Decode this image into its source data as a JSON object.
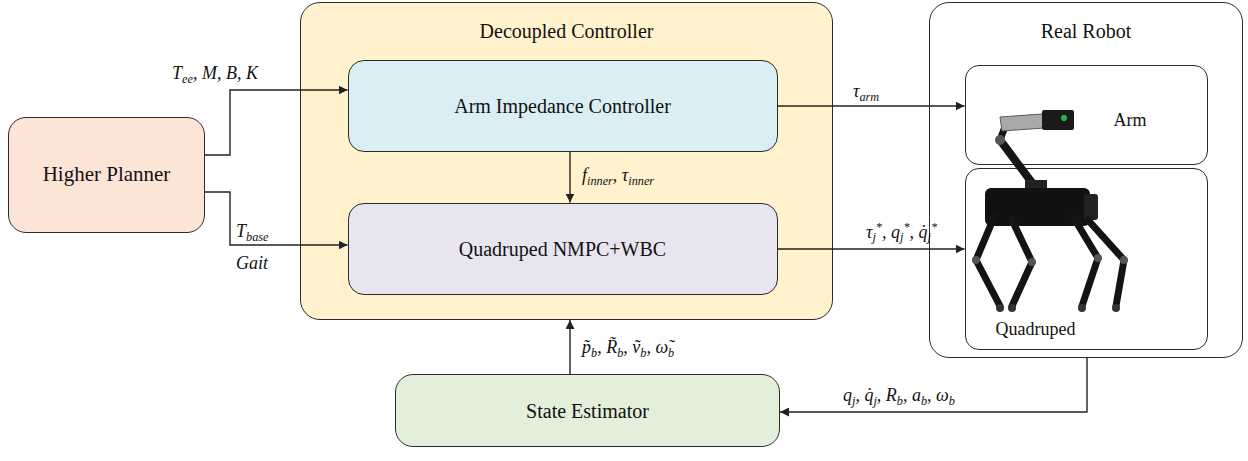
{
  "diagram": {
    "nodes": [
      {
        "text": [
          "Higher Planner"
        ]
      },
      {
        "text": [
          "Decoupled Controller"
        ]
      },
      {
        "text": [
          "Arm Impedance Controller"
        ],
        "in": 1
      },
      {
        "text": [
          "Quadruped NMPC+WBC"
        ],
        "in": 1
      },
      {
        "text": [
          "Real Robot"
        ]
      },
      {
        "text": [
          "Arm"
        ],
        "in": 4
      },
      {
        "text": [
          "Quadruped"
        ],
        "in": 4
      },
      {
        "text": [
          "State Estimator"
        ]
      }
    ],
    "edges": [
      {
        "from": 0,
        "to": 2,
        "arrow": "to",
        "label": "Tee, M, B, K"
      },
      {
        "from": 0,
        "to": 3,
        "arrow": "to",
        "label": "Tbase"
      },
      {
        "from": 2,
        "to": 3,
        "arrow": "to",
        "label": "finner, τinner"
      },
      {
        "from": 2,
        "to": 5,
        "arrow": "to",
        "label": "τarm"
      },
      {
        "from": 3,
        "to": 6,
        "arrow": "to",
        "label": "τj*, qj*, q̇j*"
      },
      {
        "from": 4,
        "to": 7,
        "arrow": "to",
        "label": "qj, q̇j, Rb, ab, ωb"
      },
      {
        "from": 7,
        "to": 1,
        "arrow": "to",
        "label": "p̃b, R̃b, ṽb, ω̃b"
      }
    ],
    "labels": [
      "Gait"
    ]
  }
}
